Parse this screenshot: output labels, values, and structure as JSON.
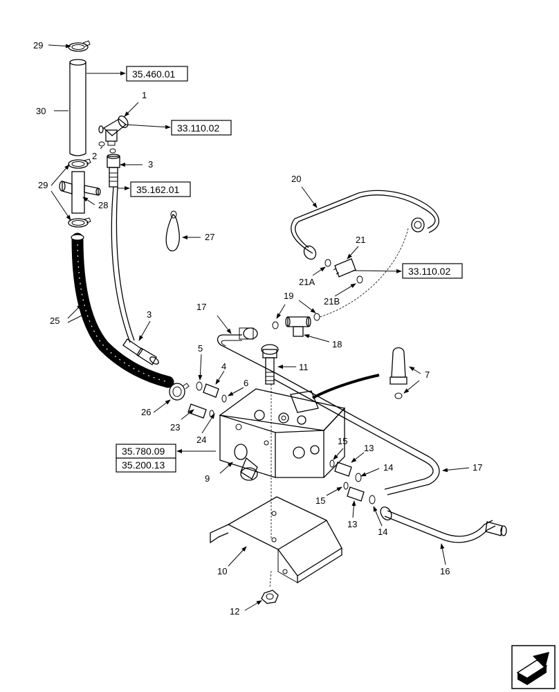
{
  "callouts": {
    "c1": "1",
    "c2": "2",
    "c3a": "3",
    "c3b": "3",
    "c4": "4",
    "c5": "5",
    "c6": "6",
    "c7": "7",
    "c9": "9",
    "c10": "10",
    "c11": "11",
    "c12": "12",
    "c13a": "13",
    "c13b": "13",
    "c14a": "14",
    "c14b": "14",
    "c15a": "15",
    "c15b": "15",
    "c16": "16",
    "c17a": "17",
    "c17b": "17",
    "c18": "18",
    "c19": "19",
    "c20": "20",
    "c21": "21",
    "c21a": "21A",
    "c21b": "21B",
    "c23": "23",
    "c24": "24",
    "c25": "25",
    "c26": "26",
    "c27": "27",
    "c28": "28",
    "c29a": "29",
    "c29b": "29",
    "c30": "30"
  },
  "references": {
    "r1": "35.460.01",
    "r2": "33.110.02",
    "r3": "35.162.01",
    "r4": "33.110.02",
    "r5": "35.780.09",
    "r6": "35.200.13"
  },
  "nav": {
    "icon": "next-page-arrow-icon"
  }
}
